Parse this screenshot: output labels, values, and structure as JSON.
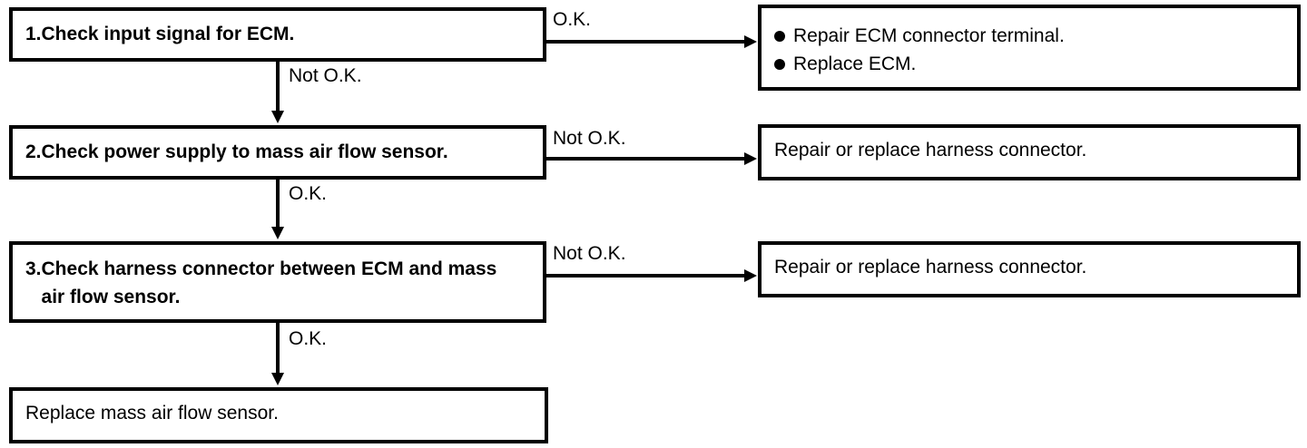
{
  "steps": [
    {
      "num": "1.",
      "text": "Check input signal for ECM."
    },
    {
      "num": "2.",
      "text": "Check power supply to mass air flow sensor."
    },
    {
      "num": "3.",
      "text": "Check harness connector between ECM and mass air flow sensor."
    }
  ],
  "final_box": "Replace mass air flow sensor.",
  "outcome_boxes": {
    "ecm_bullets": [
      "Repair ECM connector terminal.",
      "Replace ECM."
    ],
    "step2": "Repair or replace harness connector.",
    "step3": "Repair or replace harness connector."
  },
  "branch_labels": {
    "step1_right": "O.K.",
    "step1_down": "Not O.K.",
    "step2_right": "Not O.K.",
    "step2_down": "O.K.",
    "step3_right": "Not O.K.",
    "step3_down": "O.K."
  }
}
